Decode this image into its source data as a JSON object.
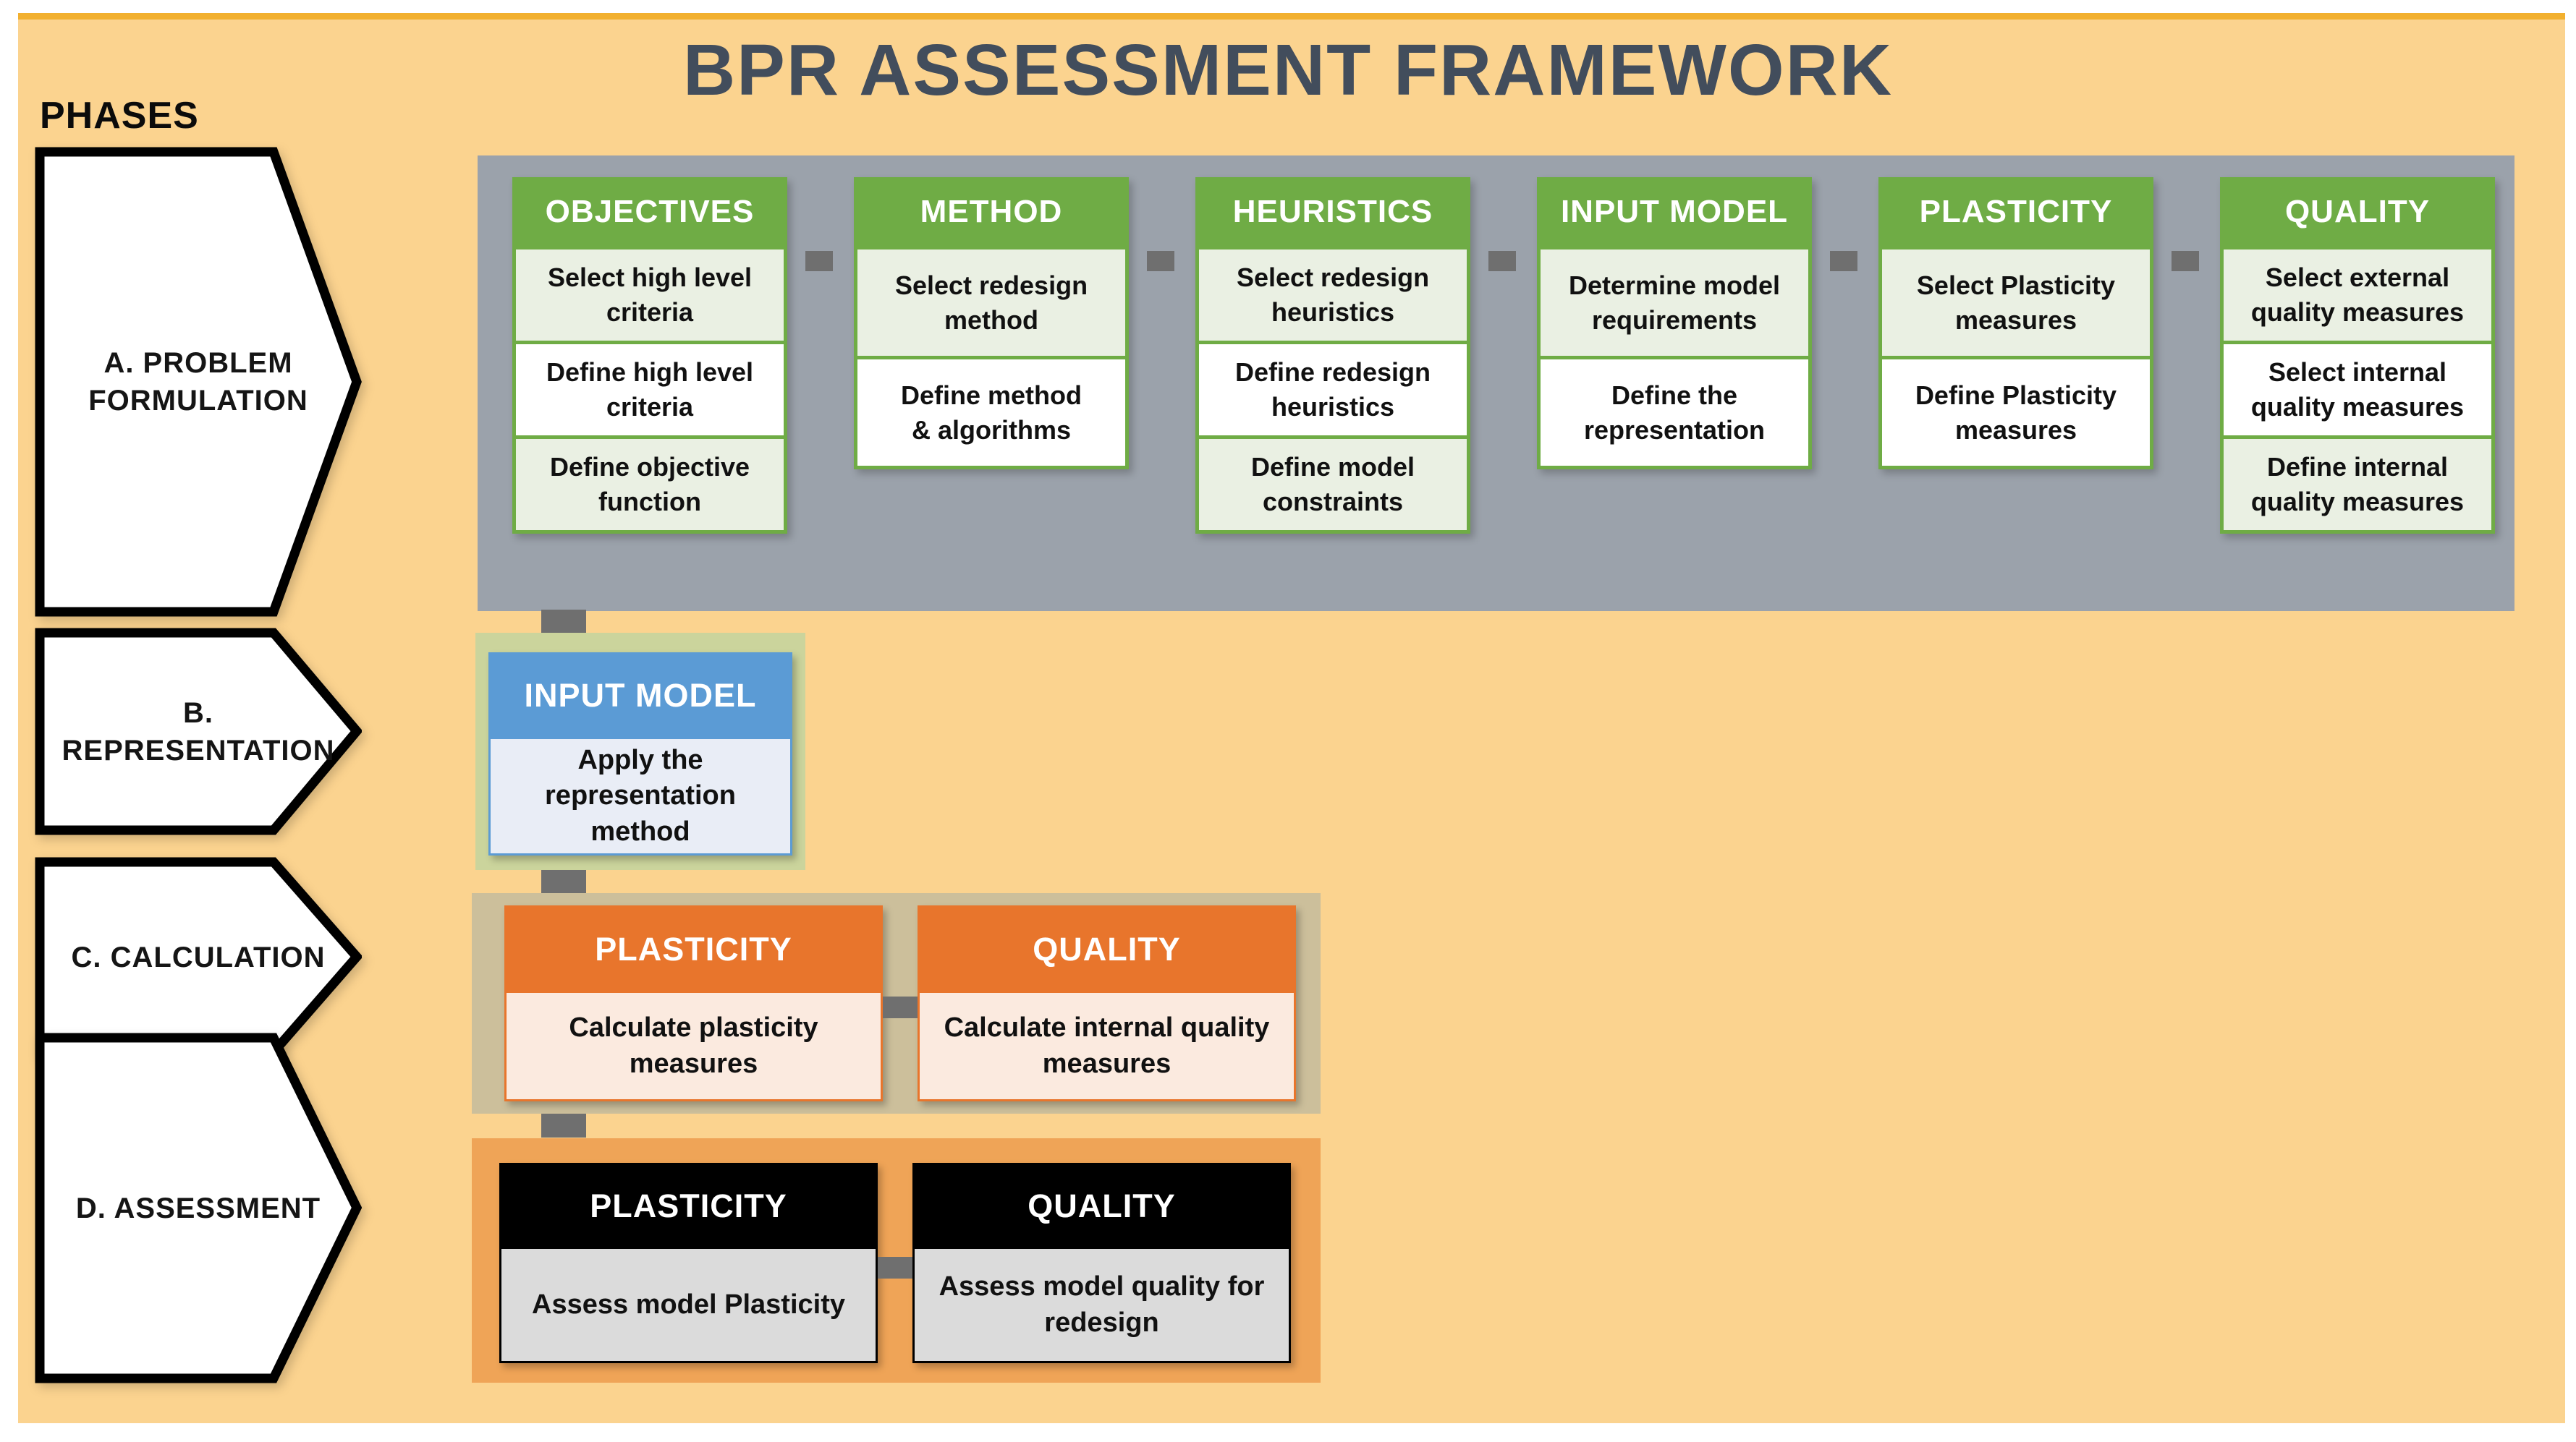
{
  "title": "BPR ASSESSMENT FRAMEWORK",
  "phases_label": "PHASES",
  "phases": [
    {
      "label": "A. PROBLEM FORMULATION"
    },
    {
      "label": "B. REPRESENTATION"
    },
    {
      "label": "C. CALCULATION"
    },
    {
      "label": "D. ASSESSMENT"
    }
  ],
  "sections": {
    "problem_formulation": {
      "columns": [
        {
          "header": "OBJECTIVES",
          "cells": [
            "Select high level criteria",
            "Define high level criteria",
            "Define objective function"
          ]
        },
        {
          "header": "METHOD",
          "cells": [
            "Select redesign method",
            "Define method\n& algorithms"
          ]
        },
        {
          "header": "HEURISTICS",
          "cells": [
            "Select redesign heuristics",
            "Define redesign heuristics",
            "Define model constraints"
          ]
        },
        {
          "header": "INPUT MODEL",
          "cells": [
            "Determine model requirements",
            "Define the representation"
          ]
        },
        {
          "header": "PLASTICITY",
          "cells": [
            "Select Plasticity measures",
            "Define Plasticity measures"
          ]
        },
        {
          "header": "QUALITY",
          "cells": [
            "Select external quality measures",
            "Select internal quality measures",
            "Define internal quality measures"
          ]
        }
      ]
    },
    "representation": {
      "boxes": [
        {
          "header": "INPUT MODEL",
          "body": "Apply the representation method"
        }
      ]
    },
    "calculation": {
      "boxes": [
        {
          "header": "PLASTICITY",
          "body": "Calculate plasticity measures"
        },
        {
          "header": "QUALITY",
          "body": "Calculate internal quality measures"
        }
      ]
    },
    "assessment": {
      "boxes": [
        {
          "header": "PLASTICITY",
          "body": "Assess model Plasticity"
        },
        {
          "header": "QUALITY",
          "body": "Assess model quality for redesign"
        }
      ]
    }
  },
  "colors": {
    "page_background": "#FBD38F",
    "top_strip": "#F2B02F",
    "title_text": "#424D5C",
    "section_a_container": "#9BA2AB",
    "green_header": "#6FAC45",
    "cell_light": "#EAF0E3",
    "cell_white": "#FFFFFF",
    "section_b_container": "#CBD49C",
    "blue_header": "#5B9BD5",
    "blue_body": "#E9EDF6",
    "section_c_container": "#CCBF9B",
    "orange_header": "#E8752C",
    "orange_body": "#FBEADF",
    "section_d_container": "#EFA457",
    "black_header": "#000000",
    "gray_body": "#DBDBDB",
    "connector": "#6F6F6F"
  }
}
